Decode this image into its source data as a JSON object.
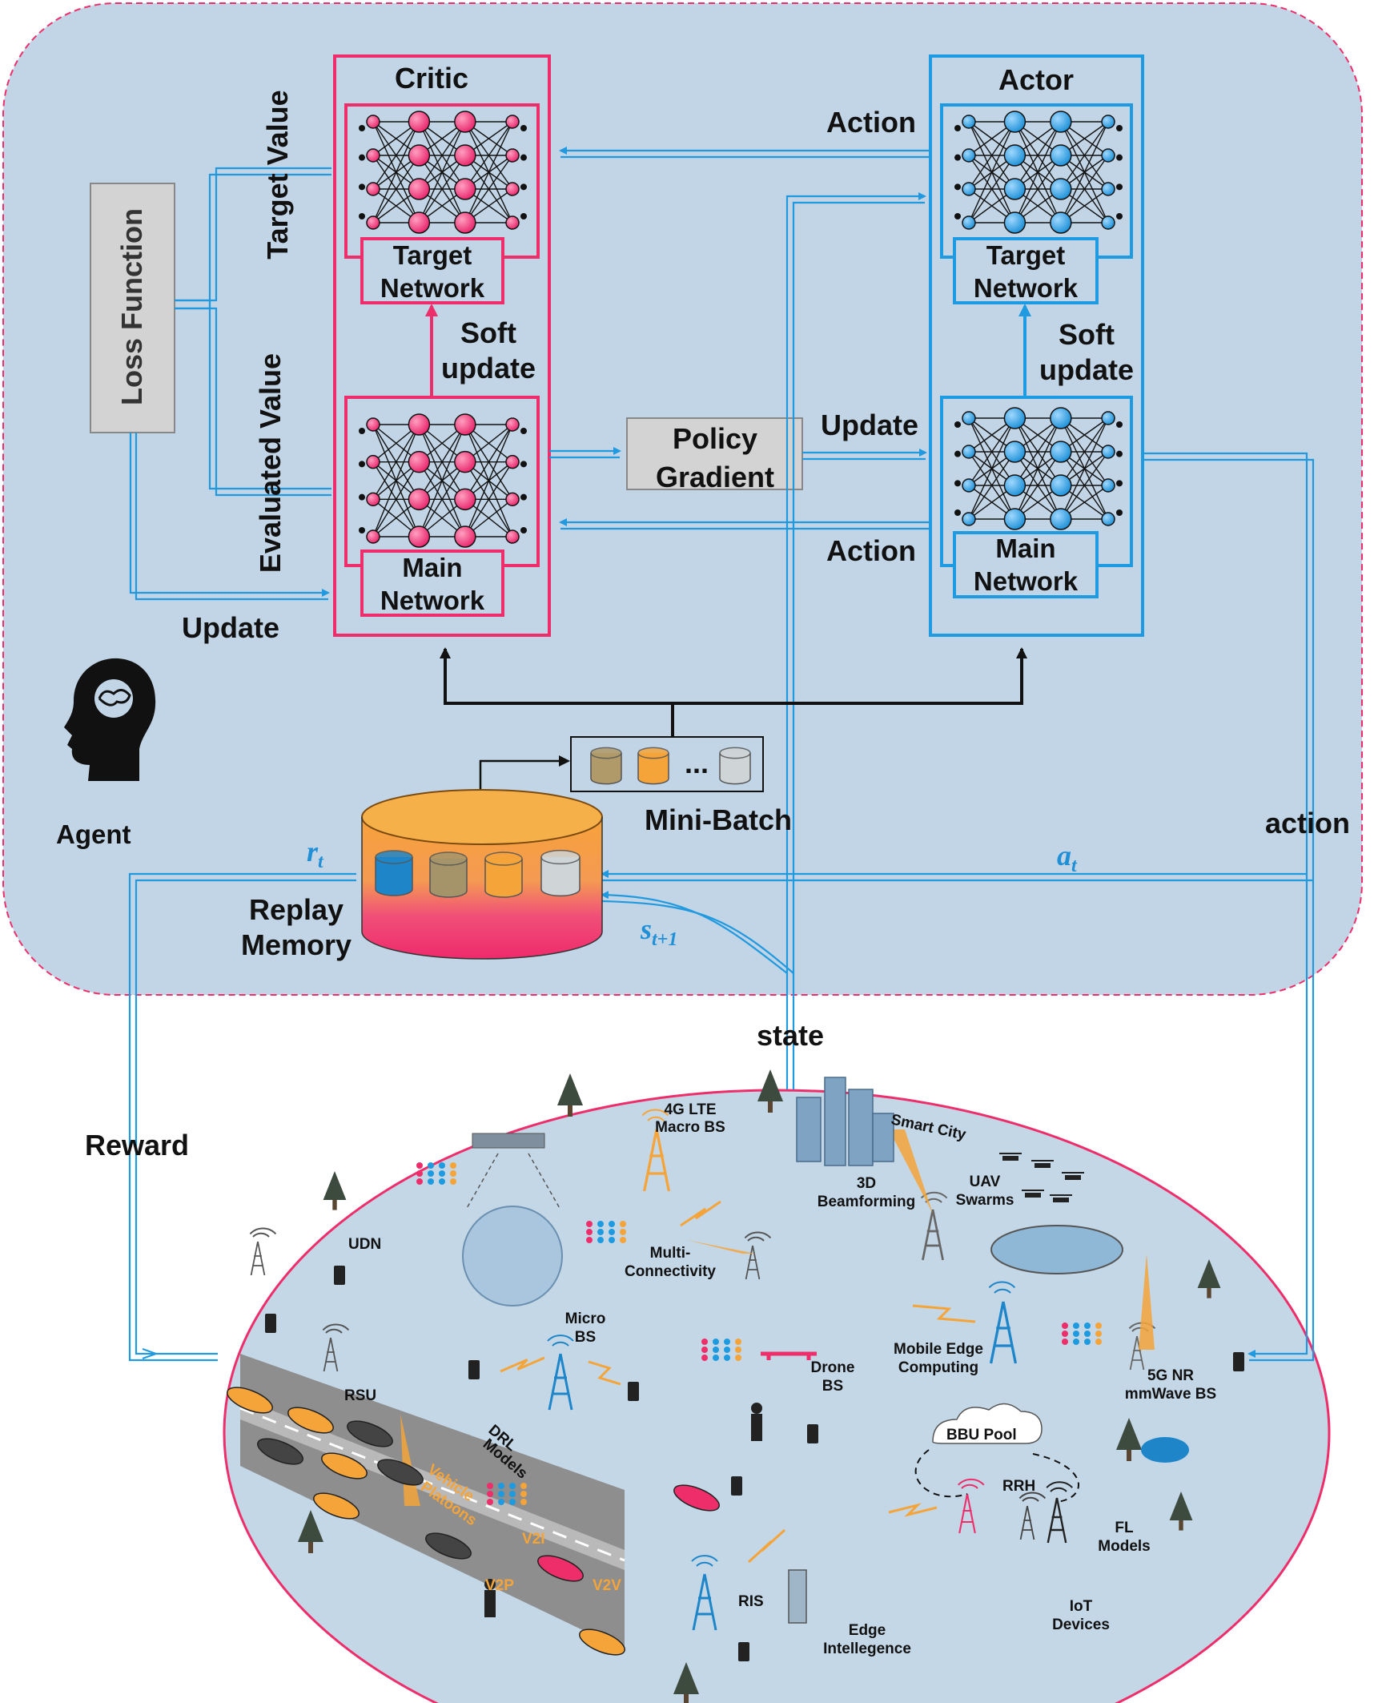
{
  "critic": {
    "title": "Critic",
    "target_net": [
      "Target",
      "Network"
    ],
    "main_net": [
      "Main",
      "Network"
    ],
    "soft_update": [
      "Soft",
      "update"
    ]
  },
  "actor": {
    "title": "Actor",
    "target_net": [
      "Target",
      "Network"
    ],
    "main_net": [
      "Main",
      "Network"
    ],
    "soft_update": [
      "Soft",
      "update"
    ]
  },
  "loss_function": "Loss Function",
  "target_value": "Target Value",
  "evaluated_value": "Evaluated Value",
  "update_critic": "Update",
  "update_actor": "Update",
  "action_top": "Action",
  "action_bottom": "Action",
  "policy_gradient": [
    "Policy",
    "Gradient"
  ],
  "agent": "Agent",
  "mini_batch": "Mini-Batch",
  "ellipsis": "...",
  "replay_memory": [
    "Replay",
    "Memory"
  ],
  "math": {
    "r": "r",
    "r_sub": "t",
    "s": "s",
    "s_sub": "t+1",
    "a": "a",
    "a_sub": "t"
  },
  "action_side": "action",
  "state": "state",
  "reward": "Reward",
  "env_labels": {
    "lte": [
      "4G LTE",
      "Macro BS"
    ],
    "smart_city": "Smart City",
    "beamforming": [
      "3D",
      "Beamforming"
    ],
    "uav": [
      "UAV",
      "Swarms"
    ],
    "udn": "UDN",
    "multi": [
      "Multi-",
      "Connectivity"
    ],
    "micro": [
      "Micro",
      "BS"
    ],
    "drone": [
      "Drone",
      "BS"
    ],
    "mec": [
      "Mobile Edge",
      "Computing"
    ],
    "nr": [
      "5G NR",
      "mmWave BS"
    ],
    "rsu": "RSU",
    "drl": [
      "DRL",
      "Models"
    ],
    "platoon": [
      "Vehicle",
      "Platoons"
    ],
    "v2i": "V2I",
    "v2p": "V2P",
    "v2v": "V2V",
    "bbu": "BBU Pool",
    "rrh": "RRH",
    "fl": [
      "FL",
      "Models"
    ],
    "ris": "RIS",
    "edge": [
      "Edge",
      "Intellegence"
    ],
    "iot": [
      "IoT",
      "Devices"
    ]
  },
  "colors": {
    "agent_bg": "#c2d5e6",
    "critic": "#ee2e6a",
    "actor": "#1e9be0",
    "arrow_blue": "#2199de",
    "env_bg": "#c4d7e7",
    "gray_box": "#d3d3d3",
    "orange": "#f5a43a"
  }
}
